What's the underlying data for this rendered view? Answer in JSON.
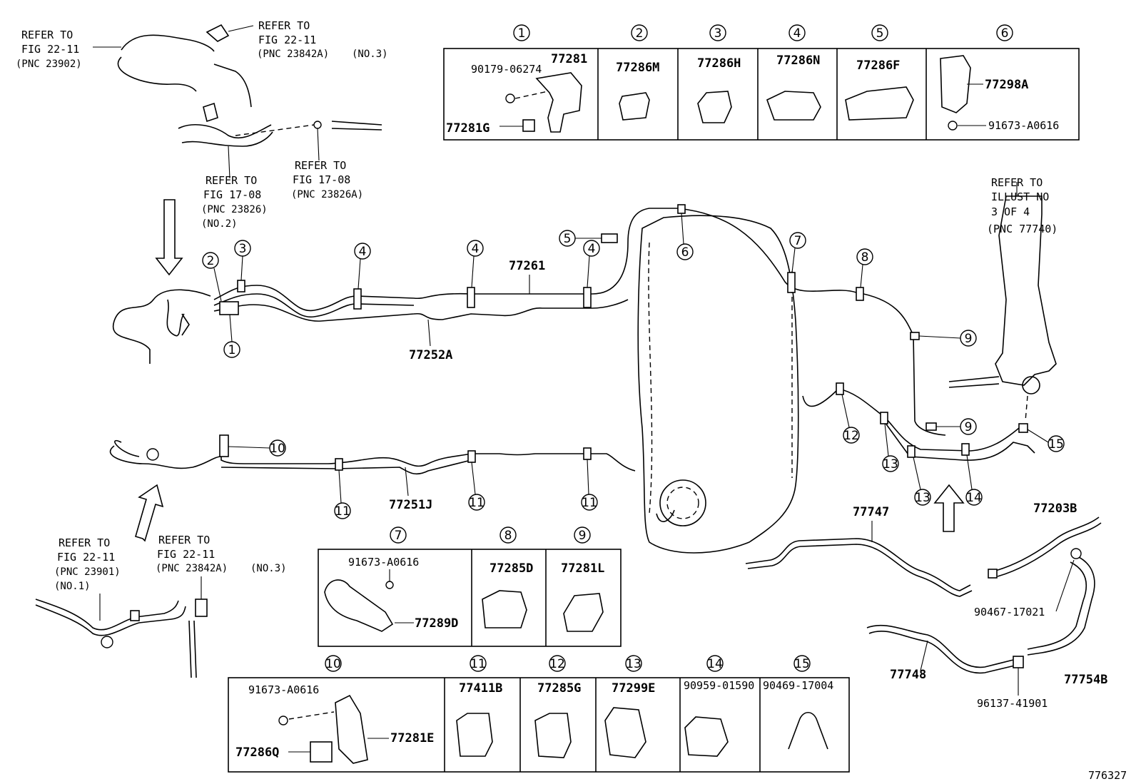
{
  "refs": {
    "ref_a": {
      "l1": "REFER TO",
      "l2": "FIG 22-11",
      "l3": "(PNC 23902)"
    },
    "ref_b": {
      "l1": "REFER TO",
      "l2": "FIG 22-11",
      "l3": "(PNC 23842A)",
      "l4": "(NO.3)"
    },
    "ref_c": {
      "l1": "REFER TO",
      "l2": "FIG 17-08",
      "l3": "(PNC 23826)",
      "l4": "(NO.2)"
    },
    "ref_d": {
      "l1": "REFER TO",
      "l2": "FIG 17-08",
      "l3": "(PNC 23826A)"
    },
    "ref_e": {
      "l1": "REFER TO",
      "l2": "FIG 22-11",
      "l3": "(PNC 23901)",
      "l4": "(NO.1)"
    },
    "ref_f": {
      "l1": "REFER TO",
      "l2": "FIG 22-11",
      "l3": "(PNC 23842A)",
      "l4": "(NO.3)"
    },
    "ref_g": {
      "l1": "REFER TO",
      "l2": "ILLUST NO",
      "l3": "3 OF 4",
      "l4": "(PNC 77740)"
    }
  },
  "box_top": {
    "nums": [
      "1",
      "2",
      "3",
      "4",
      "5",
      "6"
    ],
    "c1": {
      "p1": "77281",
      "p2": "90179-06274",
      "p3": "77281G"
    },
    "c2": {
      "p1": "77286M"
    },
    "c3": {
      "p1": "77286H"
    },
    "c4": {
      "p1": "77286N"
    },
    "c5": {
      "p1": "77286F"
    },
    "c6": {
      "p1": "77298A",
      "p2": "91673-A0616"
    }
  },
  "box_mid": {
    "nums": [
      "7",
      "8",
      "9"
    ],
    "c7": {
      "p1": "91673-A0616",
      "p2": "77289D"
    },
    "c8": {
      "p1": "77285D"
    },
    "c9": {
      "p1": "77281L"
    }
  },
  "box_bot": {
    "nums": [
      "10",
      "11",
      "12",
      "13",
      "14",
      "15"
    ],
    "c10": {
      "p1": "91673-A0616",
      "p2": "77281E",
      "p3": "77286Q"
    },
    "c11": {
      "p1": "77411B"
    },
    "c12": {
      "p1": "77285G"
    },
    "c13": {
      "p1": "77299E"
    },
    "c14": {
      "p1": "90959-01590"
    },
    "c15": {
      "p1": "90469-17004"
    }
  },
  "main": {
    "parts": {
      "p77261": "77261",
      "p77252a": "77252A",
      "p77251j": "77251J",
      "p77747": "77747",
      "p77203b": "77203B",
      "p90467": "90467-17021",
      "p77748": "77748",
      "p77754b": "77754B",
      "p96137": "96137-41901"
    },
    "callouts": [
      "1",
      "2",
      "3",
      "4",
      "4",
      "4",
      "5",
      "6",
      "7",
      "8",
      "9",
      "9",
      "10",
      "11",
      "11",
      "11",
      "12",
      "13",
      "13",
      "14",
      "15"
    ]
  },
  "diagram_id": "776327"
}
